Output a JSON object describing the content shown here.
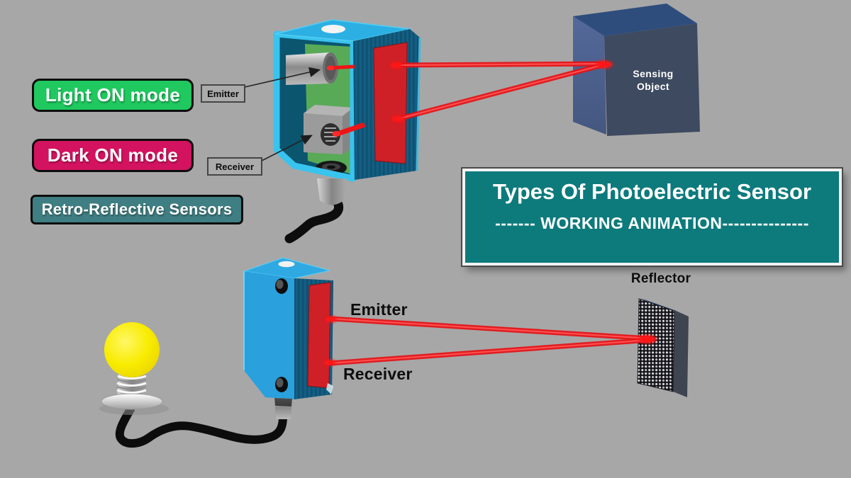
{
  "scene": {
    "background": "#a7a7a7"
  },
  "mode_buttons": [
    {
      "id": "light-on",
      "label": "Light ON mode"
    },
    {
      "id": "dark-on",
      "label": "Dark ON mode"
    },
    {
      "id": "retro",
      "label": "Retro-Reflective Sensors"
    }
  ],
  "title_panel": {
    "title": "Types Of Photoelectric Sensor",
    "subtitle": "------- WORKING ANIMATION---------------"
  },
  "through_beam": {
    "emitter_tag": "Emitter",
    "receiver_tag": "Receiver",
    "object_label": "Sensing Object"
  },
  "retro_reflective": {
    "emitter_label": "Emitter",
    "receiver_label": "Receiver",
    "reflector_label": "Reflector"
  },
  "colors": {
    "bg": "#a7a7a7",
    "btn-light": "#1fc95f",
    "btn-dark": "#d31360",
    "btn-retro": "#3f7e82",
    "panel-teal": "#0d7a7c",
    "beam-red": "#e51317",
    "sensor-blue": "#2aa0dc",
    "sensor-window-red": "#d02027",
    "bulb-yellow": "#f8ec00"
  }
}
